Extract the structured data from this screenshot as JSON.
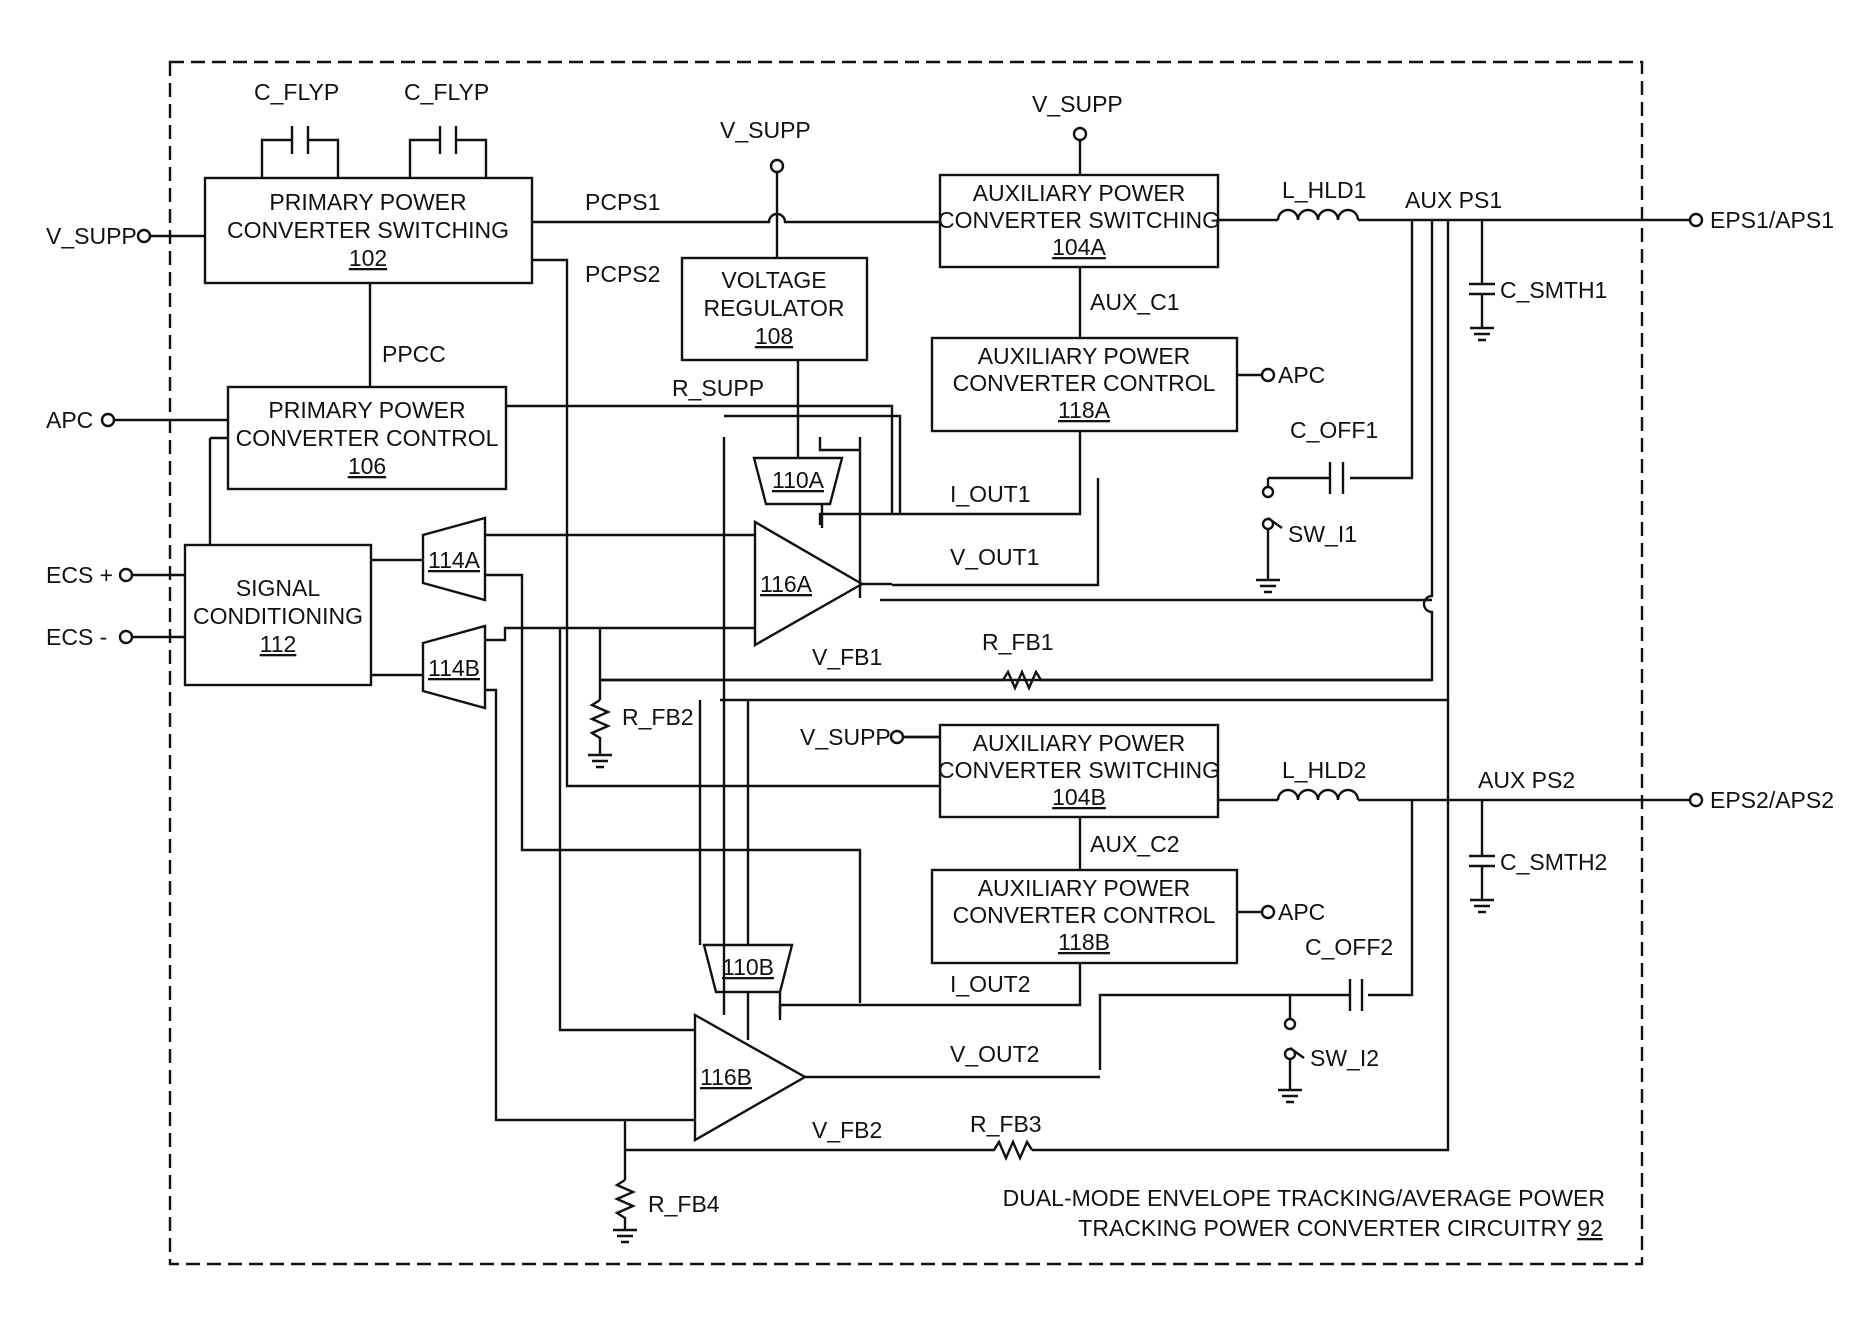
{
  "terminals": {
    "v_supp_left": "V_SUPP",
    "apc_left": "APC",
    "ecs_plus": "ECS +",
    "ecs_minus": "ECS -",
    "v_supp_top_mid": "V_SUPP",
    "v_supp_top_aux": "V_SUPP",
    "v_supp_aux_b": "V_SUPP",
    "apc_right_a": "APC",
    "apc_right_b": "APC",
    "eps1": "EPS1/APS1",
    "eps2": "EPS2/APS2"
  },
  "blocks": {
    "b102": {
      "line1": "PRIMARY POWER",
      "line2": "CONVERTER SWITCHING",
      "num": "102"
    },
    "b106": {
      "line1": "PRIMARY POWER",
      "line2": "CONVERTER CONTROL",
      "num": "106"
    },
    "b112": {
      "line1": "SIGNAL",
      "line2": "CONDITIONING",
      "num": "112"
    },
    "b108": {
      "line1": "VOLTAGE",
      "line2": "REGULATOR",
      "num": "108"
    },
    "b104a": {
      "line1": "AUXILIARY POWER",
      "line2": "CONVERTER SWITCHING",
      "num": "104A"
    },
    "b118a": {
      "line1": "AUXILIARY POWER",
      "line2": "CONVERTER CONTROL",
      "num": "118A"
    },
    "b104b": {
      "line1": "AUXILIARY POWER",
      "line2": "CONVERTER SWITCHING",
      "num": "104B"
    },
    "b118b": {
      "line1": "AUXILIARY POWER",
      "line2": "CONVERTER CONTROL",
      "num": "118B"
    },
    "m114a": "114A",
    "m114b": "114B",
    "m110a": "110A",
    "m110b": "110B",
    "a116a": "116A",
    "a116b": "116B"
  },
  "signals": {
    "c_flyp1": "C_FLYP",
    "c_flyp2": "C_FLYP",
    "pcps1": "PCPS1",
    "pcps2": "PCPS2",
    "ppcc": "PPCC",
    "r_supp": "R_SUPP",
    "aux_c1": "AUX_C1",
    "aux_c2": "AUX_C2",
    "l_hld1": "L_HLD1",
    "l_hld2": "L_HLD2",
    "aux_ps1": "AUX PS1",
    "aux_ps2": "AUX PS2",
    "c_smth1": "C_SMTH1",
    "c_smth2": "C_SMTH2",
    "c_off1": "C_OFF1",
    "c_off2": "C_OFF2",
    "sw_i1": "SW_I1",
    "sw_i2": "SW_I2",
    "i_out1": "I_OUT1",
    "i_out2": "I_OUT2",
    "v_out1": "V_OUT1",
    "v_out2": "V_OUT2",
    "v_fb1": "V_FB1",
    "v_fb2": "V_FB2",
    "r_fb1": "R_FB1",
    "r_fb2": "R_FB2",
    "r_fb3": "R_FB3",
    "r_fb4": "R_FB4"
  },
  "caption": {
    "line1": "DUAL-MODE ENVELOPE TRACKING/AVERAGE POWER",
    "line2": "TRACKING POWER CONVERTER CIRCUITRY",
    "num": "92"
  }
}
